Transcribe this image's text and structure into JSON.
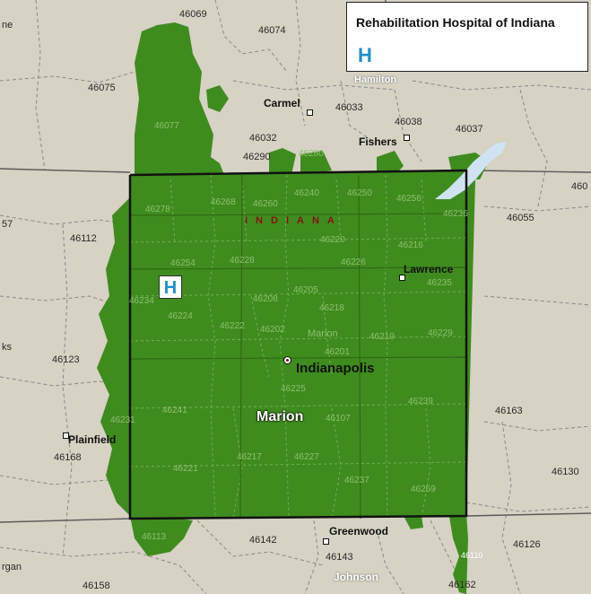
{
  "legend": {
    "title": "Rehabilitation Hospital of Indiana",
    "symbol": "H",
    "symbol_name": "hospital-icon"
  },
  "hospital_marker": {
    "symbol": "H"
  },
  "state_label": "INDIANA",
  "county_labels": {
    "marion": "Marion",
    "hamilton": "Hamilton",
    "johnson": "Johnson",
    "marion_small": "Marion"
  },
  "cities": {
    "indianapolis": "Indianapolis",
    "carmel": "Carmel",
    "fishers": "Fishers",
    "lawrence": "Lawrence",
    "plainfield": "Plainfield",
    "greenwood": "Greenwood",
    "edge_left": "ks",
    "edge_bottom_left": "rgan",
    "edge_top_left": "ne"
  },
  "zip_outside": {
    "z46069": "46069",
    "z46074": "46074",
    "z46075": "46075",
    "z46033": "46033",
    "z46038": "46038",
    "z46037": "46037",
    "z46032": "46032",
    "z46290": "46290",
    "z46112": "46112",
    "z46055": "46055",
    "z46123": "46123",
    "z46163": "46163",
    "z46168": "46168",
    "z46130": "46130",
    "z46142": "46142",
    "z46143": "46143",
    "z46126": "46126",
    "z46158": "46158",
    "z46162": "46162",
    "z46110": "46110",
    "z57": "57",
    "z460": "460"
  },
  "zip_inside": {
    "z46077": "46077",
    "z46280": "46280",
    "z46278": "46278",
    "z46268": "46268",
    "z46260": "46260",
    "z46240": "46240",
    "z46250": "46250",
    "z46256": "46256",
    "z46236": "46236",
    "z46220": "46220",
    "z46216": "46216",
    "z46254": "46254",
    "z46228": "46228",
    "z46226": "46226",
    "z46235": "46235",
    "z46234": "46234",
    "z46205": "46205",
    "z46208": "46208",
    "z46218": "46218",
    "z46224": "46224",
    "z46222": "46222",
    "z46202": "46202",
    "z46201": "46201",
    "z46219": "46219",
    "z46229": "46229",
    "z46225": "46225",
    "z46239": "46239",
    "z46241": "46241",
    "z46231": "46231",
    "z46107": "46107",
    "z46221": "46221",
    "z46217": "46217",
    "z46227": "46227",
    "z46237": "46237",
    "z46259": "46259",
    "z46113": "46113"
  },
  "colors": {
    "background": "#d6d2c4",
    "service_area": "#3f8c1e",
    "boundary": "#111111",
    "water": "#cfe3f2",
    "hospital_blue": "#1e90d0"
  }
}
